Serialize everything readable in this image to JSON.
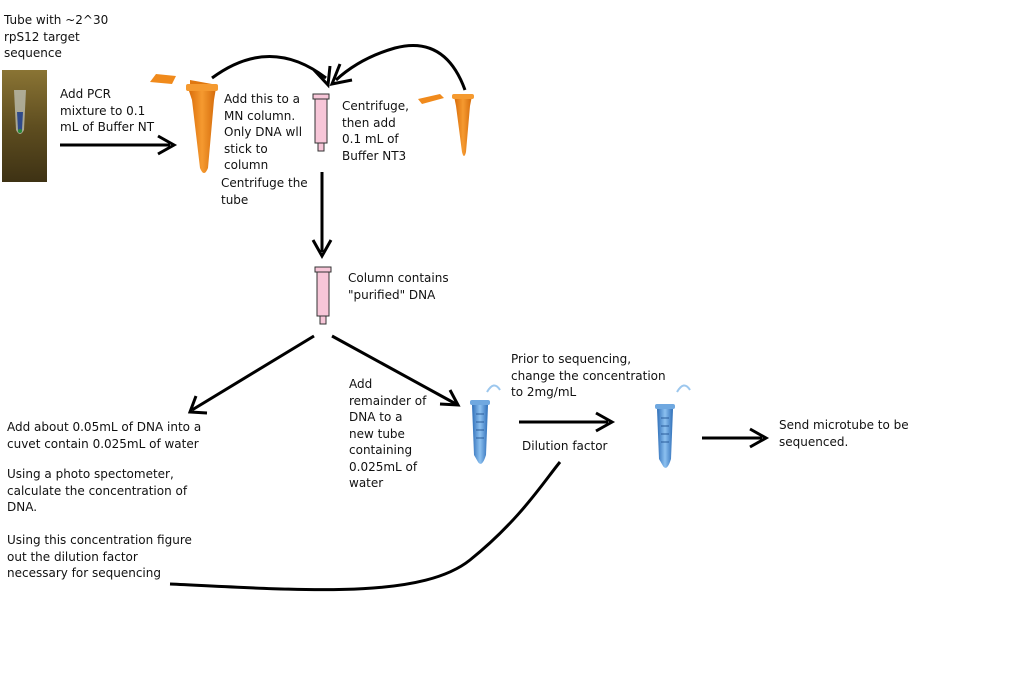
{
  "labels": {
    "tube_target": "Tube with ~2^30\nrpS12 target\nsequence",
    "add_pcr": "Add PCR\nmixture to 0.1\nmL of Buffer NT",
    "add_column": "Add this to a\nMN column.\nOnly DNA wll\nstick to\ncolumn",
    "centrifuge_tube": "Centrifuge the\ntube",
    "centrifuge_nt3": "Centrifuge,\nthen add\n0.1 mL of\nBuffer NT3",
    "column_purified": "Column contains\n\"purified\" DNA",
    "add_cuvet": "Add about 0.05mL of DNA into a\ncuvet contain 0.025mL of water",
    "photo_spec": "Using a photo spectometer,\ncalculate the concentration of\nDNA.",
    "dilution_figure": "Using this concentration figure\nout the dilution factor\nnecessary for sequencing",
    "add_remainder": "Add\nremainder of\nDNA to a\nnew tube\ncontaining\n0.025mL of\nwater",
    "prior_seq": "Prior to sequencing,\nchange the concentration\nto 2mg/mL",
    "dilution_factor": "Dilution factor",
    "send_microtube": "Send microtube to be\nsequenced."
  },
  "colors": {
    "orange_tube": "#f08a1c",
    "pink_column": "#f7c6d8",
    "blue_tube": "#4f8fd6",
    "photo_bg": "#6b5a26",
    "arrow": "#000000"
  },
  "icons": [
    "photo-sample-tube",
    "orange-tube-icon",
    "pink-column-icon",
    "blue-microtube-icon"
  ]
}
